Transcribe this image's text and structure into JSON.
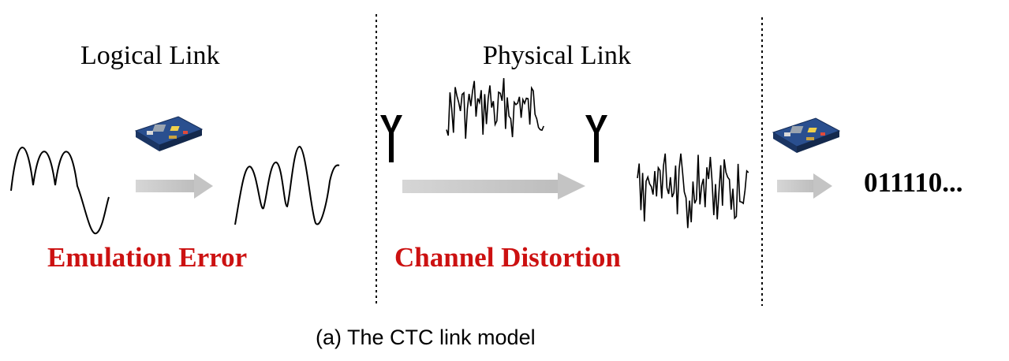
{
  "titles": {
    "logical_link": "Logical Link",
    "physical_link": "Physical Link"
  },
  "errors": {
    "emulation": "Emulation Error",
    "channel": "Channel Distortion"
  },
  "output_bits": "011110...",
  "caption": "(a) The CTC link model",
  "colors": {
    "error_text": "#cc1111",
    "arrow": "#c8c8c8",
    "board_pcb": "#2a4f8f"
  },
  "icons": [
    "board-icon",
    "antenna-icon",
    "arrow-icon"
  ]
}
